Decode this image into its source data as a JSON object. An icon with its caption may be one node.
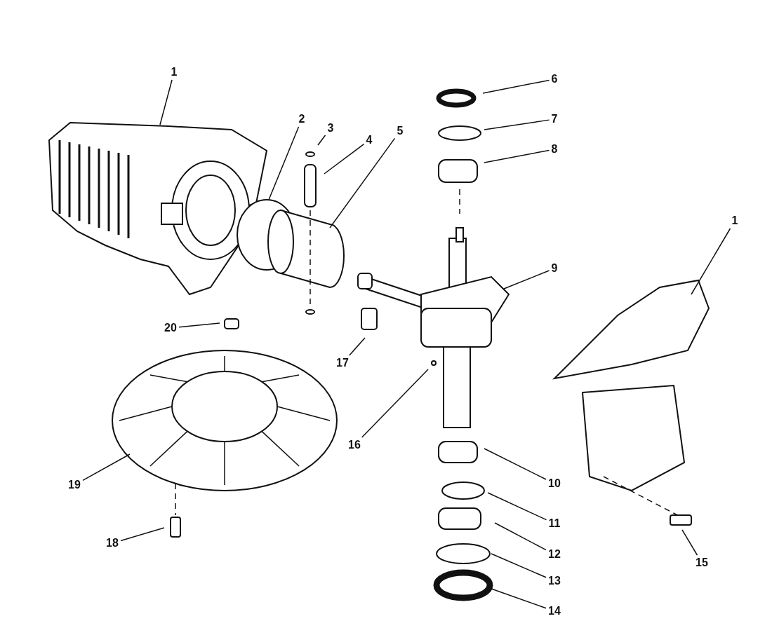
{
  "diagram": {
    "nodes": [
      {
        "text": [
          "1"
        ]
      },
      {
        "text": [
          "2"
        ]
      },
      {
        "text": [
          "3"
        ]
      },
      {
        "text": [
          "4"
        ]
      },
      {
        "text": [
          "5"
        ]
      },
      {
        "text": [
          "6"
        ]
      },
      {
        "text": [
          "7"
        ]
      },
      {
        "text": [
          "8"
        ]
      },
      {
        "text": [
          "9"
        ]
      },
      {
        "text": [
          "1"
        ]
      },
      {
        "text": [
          "10"
        ]
      },
      {
        "text": [
          "11"
        ]
      },
      {
        "text": [
          "12"
        ]
      },
      {
        "text": [
          "13"
        ]
      },
      {
        "text": [
          "14"
        ]
      },
      {
        "text": [
          "15"
        ]
      },
      {
        "text": [
          "16"
        ]
      },
      {
        "text": [
          "17"
        ]
      },
      {
        "text": [
          "18"
        ]
      },
      {
        "text": [
          "19"
        ]
      },
      {
        "text": [
          "20"
        ]
      }
    ],
    "edges": [
      {
        "from": 0,
        "to": null,
        "arrow": "none"
      },
      {
        "from": 1,
        "to": null,
        "arrow": "none"
      },
      {
        "from": 2,
        "to": null,
        "arrow": "none"
      },
      {
        "from": 3,
        "to": null,
        "arrow": "none"
      },
      {
        "from": 4,
        "to": null,
        "arrow": "none"
      },
      {
        "from": 5,
        "to": null,
        "arrow": "none"
      },
      {
        "from": 6,
        "to": null,
        "arrow": "none"
      },
      {
        "from": 7,
        "to": null,
        "arrow": "none"
      },
      {
        "from": 8,
        "to": null,
        "arrow": "none"
      },
      {
        "from": 9,
        "to": null,
        "arrow": "none"
      },
      {
        "from": 10,
        "to": null,
        "arrow": "none"
      },
      {
        "from": 11,
        "to": null,
        "arrow": "none"
      },
      {
        "from": 12,
        "to": null,
        "arrow": "none"
      },
      {
        "from": 13,
        "to": null,
        "arrow": "none"
      },
      {
        "from": 14,
        "to": null,
        "arrow": "none"
      },
      {
        "from": 15,
        "to": null,
        "arrow": "none"
      },
      {
        "from": 16,
        "to": null,
        "arrow": "none"
      },
      {
        "from": 17,
        "to": null,
        "arrow": "none"
      },
      {
        "from": 18,
        "to": null,
        "arrow": "none"
      },
      {
        "from": 19,
        "to": null,
        "arrow": "none"
      },
      {
        "from": 20,
        "to": null,
        "arrow": "none"
      }
    ]
  }
}
